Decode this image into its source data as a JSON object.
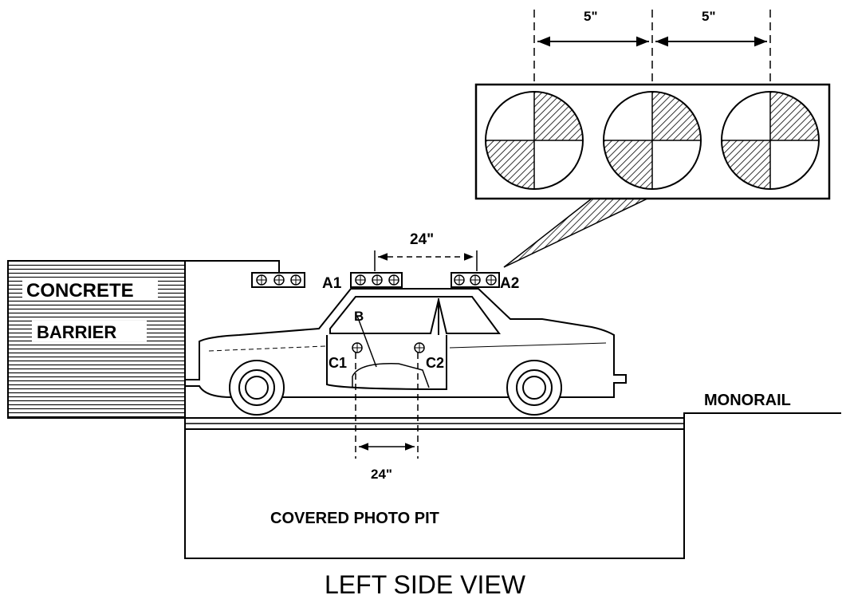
{
  "labels": {
    "dim_target_spacing_left": "5\"",
    "dim_target_spacing_right": "5\"",
    "dim_roof_spacing": "24\"",
    "dim_door_spacing": "24\"",
    "concrete": "CONCRETE",
    "barrier": "BARRIER",
    "target_a1": "A1",
    "target_a2": "A2",
    "target_b": "B",
    "target_c1": "C1",
    "target_c2": "C2",
    "monorail": "MONORAIL",
    "photo_pit": "COVERED PHOTO PIT",
    "view_title": "LEFT SIDE VIEW"
  },
  "colors": {
    "ink": "#000000",
    "paper": "#ffffff"
  }
}
